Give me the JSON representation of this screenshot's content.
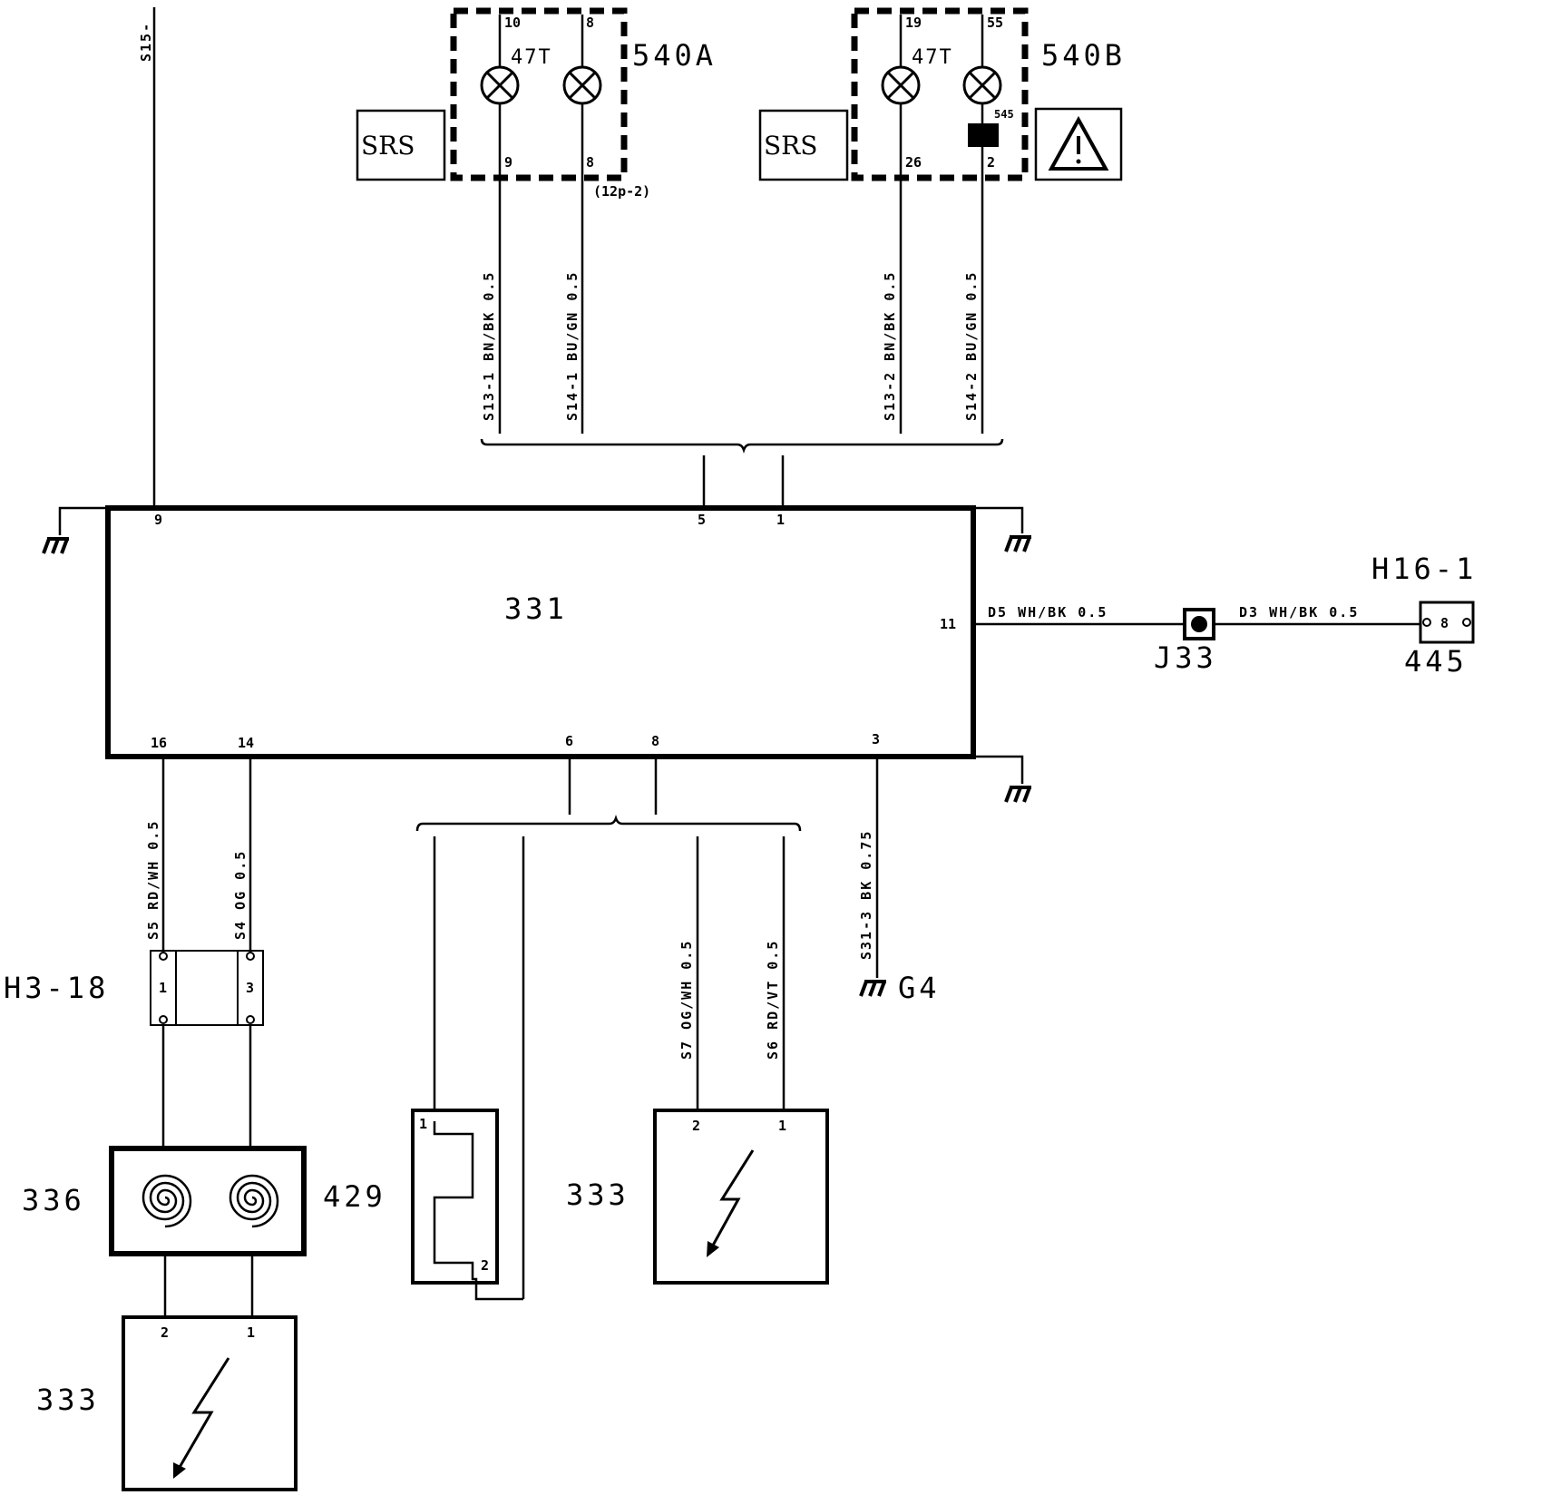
{
  "components": {
    "ecu": {
      "id": "331",
      "pins": {
        "p9": "9",
        "p5": "5",
        "p1": "1",
        "p11": "11",
        "p16": "16",
        "p14": "14",
        "p6": "6",
        "p8": "8",
        "p3": "3"
      }
    },
    "lamp_a": {
      "id": "540A",
      "rating": "47T",
      "pin_tl": "10",
      "pin_tr": "8",
      "pin_bl": "9",
      "pin_br": "8",
      "connector_note": "(12p-2)",
      "srs_label": "SRS"
    },
    "lamp_b": {
      "id": "540B",
      "rating": "47T",
      "pin_tl": "19",
      "pin_tr": "55",
      "pin_bl": "26",
      "pin_br": "2",
      "diode_label": "545",
      "srs_label": "SRS"
    },
    "connector_h16": {
      "id": "H16-1",
      "pin": "8"
    },
    "connector_445": {
      "id": "445"
    },
    "junction": {
      "id": "J33"
    },
    "connector_h3": {
      "id": "H3-18",
      "pin_left": "1",
      "pin_right": "3"
    },
    "coils": {
      "id": "336"
    },
    "heater": {
      "id": "429",
      "pin_top": "1",
      "pin_bottom": "2"
    },
    "sensor_bottom": {
      "id": "333",
      "pin_left": "2",
      "pin_right": "1"
    },
    "sensor_mid": {
      "id": "333",
      "pin_left": "2",
      "pin_right": "1"
    },
    "ground_g4": {
      "id": "G4"
    }
  },
  "wires": {
    "s15": "S15-",
    "s13_1": "S13-1 BN/BK 0.5",
    "s14_1": "S14-1 BU/GN 0.5",
    "s13_2": "S13-2 BN/BK 0.5",
    "s14_2": "S14-2 BU/GN 0.5",
    "d5": "D5 WH/BK 0.5",
    "d3": "D3 WH/BK 0.5",
    "s5": "S5 RD/WH 0.5",
    "s4": "S4 OG 0.5",
    "s31_3": "S31-3 BK 0.75",
    "s7": "S7 OG/WH 0.5",
    "s6": "S6 RD/VT 0.5"
  },
  "icons": {
    "warning": "warning-triangle-icon",
    "ground": "ground-symbol-icon",
    "lamp": "lamp-cross-icon",
    "coil": "spiral-coil-icon",
    "sensor": "lightning-sensor-icon"
  }
}
